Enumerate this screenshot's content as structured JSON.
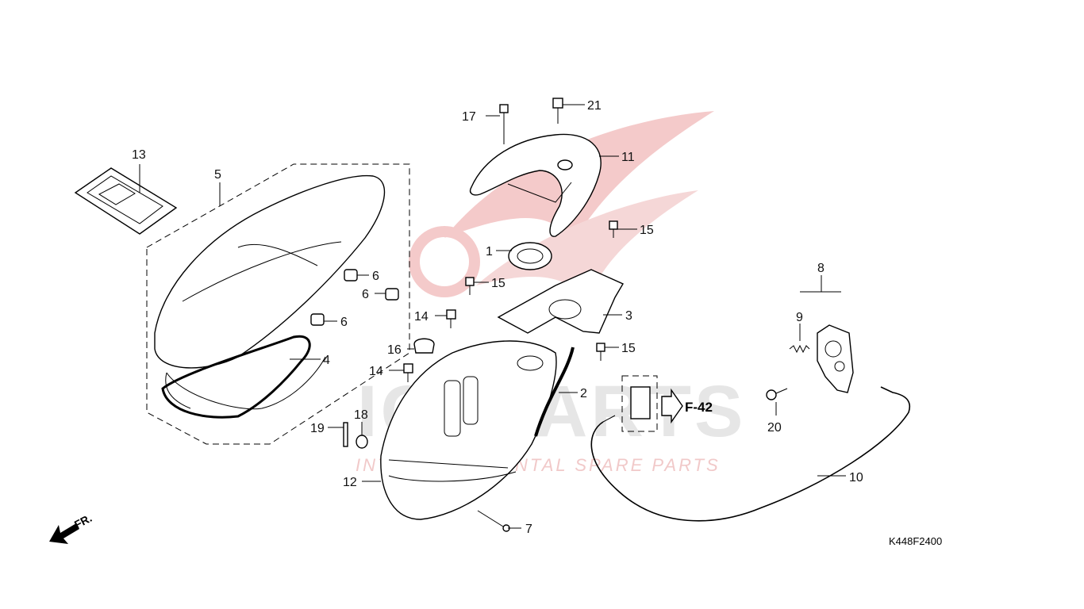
{
  "diagram": {
    "diagram_code": "K448F2400",
    "reference": "F-42",
    "direction_label": "FR.",
    "watermark": {
      "brand": "ICSPARTS",
      "tagline": "INTERCONTINENTAL SPARE PARTS",
      "color": "#e23b3b"
    },
    "callouts": [
      "1",
      "2",
      "3",
      "4",
      "5",
      "6",
      "6",
      "6",
      "7",
      "8",
      "9",
      "10",
      "11",
      "12",
      "13",
      "14",
      "14",
      "15",
      "15",
      "15",
      "16",
      "17",
      "18",
      "19",
      "20",
      "21"
    ]
  }
}
